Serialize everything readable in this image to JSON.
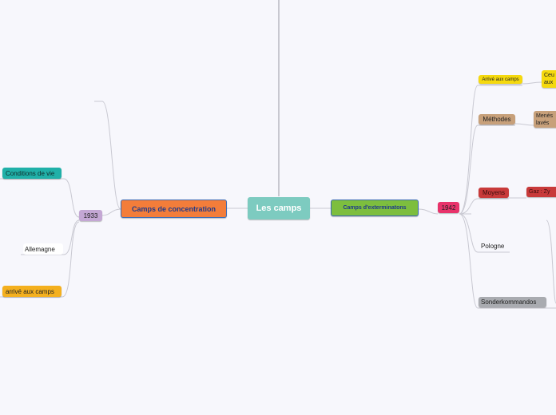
{
  "central": {
    "label": "Les camps",
    "color": "#7dcbc0"
  },
  "left": {
    "main": {
      "label": "Camps de concentration",
      "color": "#f37d3a",
      "text_color": "#1f3a8a"
    },
    "year": {
      "label": "1933",
      "color": "#c4a7d4"
    },
    "children": [
      {
        "label": "Conditions de vie",
        "color": "#20b0a8"
      },
      {
        "label": "Allemagne",
        "color": ""
      },
      {
        "label": "arrivé aux camps",
        "color": "#f4b01e"
      }
    ]
  },
  "right": {
    "main": {
      "label": "Camps d'exterminatons",
      "color": "#7dbe3e",
      "text_color": "#1f3a8a"
    },
    "year": {
      "label": "1942",
      "color": "#e8336b"
    },
    "children": [
      {
        "label": "Arrivé aux camps",
        "color": "#f5d90e",
        "sub": "Ceu aux",
        "sub_color": "#f5d90e"
      },
      {
        "label": "Méthodes",
        "color": "#c7a07a",
        "sub": "Menés lavés",
        "sub_color": "#c7a07a"
      },
      {
        "label": "Moyens",
        "color": "#c83a3a",
        "sub": "Gaz : Zy",
        "sub_color": "#c83a3a"
      },
      {
        "label": "Pologne",
        "color": ""
      },
      {
        "label": "Sonderkommandos",
        "color": "#a9abb0"
      }
    ]
  }
}
